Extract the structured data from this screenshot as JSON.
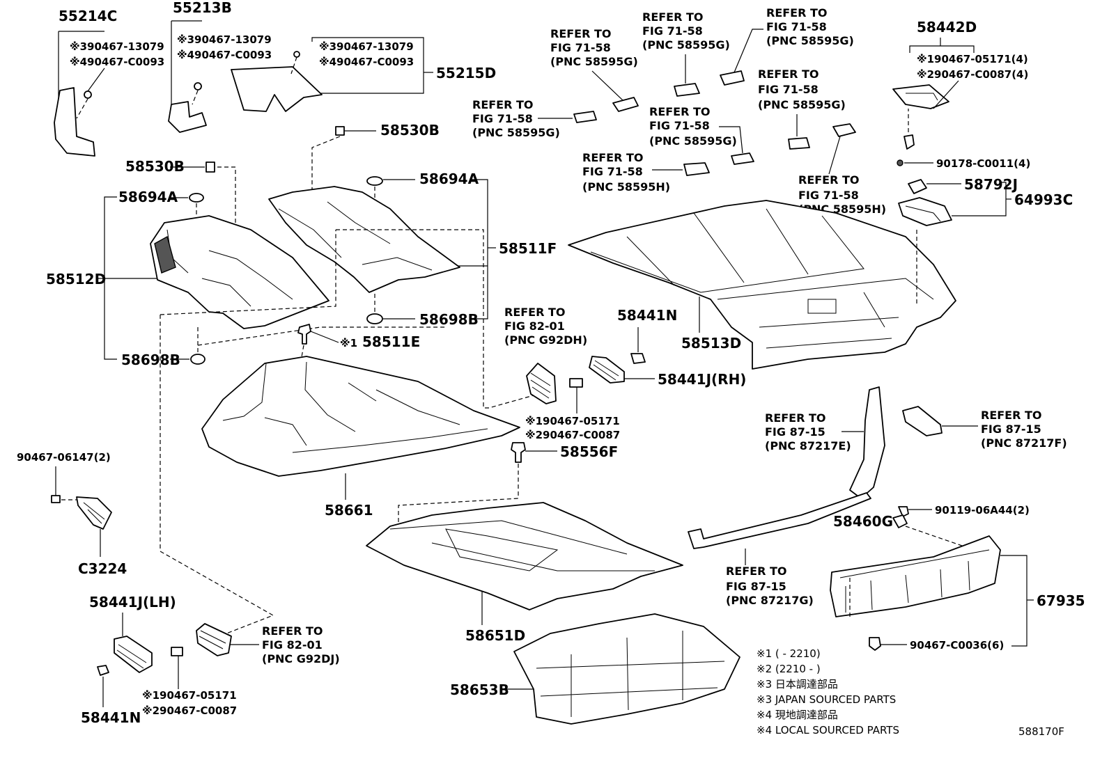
{
  "diagram_code": "588170F",
  "labels": {
    "p55214C": "55214C",
    "p55213B": "55213B",
    "p55215D": "55215D",
    "p58530B_a": "58530B",
    "p58530B_b": "58530B",
    "p58694A_a": "58694A",
    "p58694A_b": "58694A",
    "p58512D": "58512D",
    "p58511F": "58511F",
    "p58698B_a": "58698B",
    "p58698B_b": "58698B",
    "p58511E": "58511E",
    "p58661": "58661",
    "p58441N_a": "58441N",
    "p58441N_b": "58441N",
    "p58441J_RH": "58441J(RH)",
    "p58441J_LH": "58441J(LH)",
    "p58556F": "58556F",
    "p58651D": "58651D",
    "p58653B": "58653B",
    "p58513D": "58513D",
    "p58442D": "58442D",
    "p58792J": "58792J",
    "p64993C": "64993C",
    "p58460G": "58460G",
    "p67935": "67935",
    "pC3224": "C3224",
    "b90467_06147": "90467-06147(2)",
    "b90178": "90178-C0011(4)",
    "b90119": "90119-06A44(2)",
    "b90467_C0036": "90467-C0036(6)"
  },
  "marked_bolts": {
    "m55214C_3": "90467-13079",
    "m55214C_4": "90467-C0093",
    "m55213B_3": "90467-13079",
    "m55213B_4": "90467-C0093",
    "m55215D_3": "90467-13079",
    "m55215D_4": "90467-C0093",
    "m58442D_1": "90467-05171(4)",
    "m58442D_2": "90467-C0087(4)",
    "m58441J_RH_1": "90467-05171",
    "m58441J_RH_2": "90467-C0087",
    "m58441J_LH_1": "90467-05171",
    "m58441J_LH_2": "90467-C0087",
    "m58511E_1": "58511E"
  },
  "marks": {
    "k1": "※1",
    "k2": "※2",
    "k3": "※3",
    "k4": "※4"
  },
  "references": {
    "ref_refer_to": "REFER TO",
    "r1_fig": "FIG 71-58",
    "r1_pnc": "(PNC 58595G)",
    "r2_fig": "FIG 71-58",
    "r2_pnc": "(PNC 58595G)",
    "r3_fig": "FIG 71-58",
    "r3_pnc": "(PNC 58595G)",
    "r4_fig": "FIG 71-58",
    "r4_pnc": "(PNC 58595G)",
    "r5_fig": "FIG 71-58",
    "r5_pnc": "(PNC 58595G)",
    "r6_fig": "FIG 71-58",
    "r6_pnc": "(PNC 58595G)",
    "r7_fig": "FIG 71-58",
    "r7_pnc": "(PNC 58595H)",
    "r8_fig": "FIG 71-58",
    "r8_pnc": "(PNC 58595H)",
    "r9_fig": "FIG 82-01",
    "r9_pnc": "(PNC G92DH)",
    "r10_fig": "FIG 82-01",
    "r10_pnc": "(PNC G92DJ)",
    "r11_fig": "FIG 87-15",
    "r11_pnc": "(PNC 87217E)",
    "r12_fig": "FIG 87-15",
    "r12_pnc": "(PNC 87217F)",
    "r13_fig": "FIG 87-15",
    "r13_pnc": "(PNC 87217G)"
  },
  "legend": [
    "※1 (        - 2210)",
    "※2 (2210 -        )",
    "※3 日本調達部品",
    "※3 JAPAN SOURCED PARTS",
    "※4 現地調達部品",
    "※4 LOCAL SOURCED PARTS"
  ]
}
